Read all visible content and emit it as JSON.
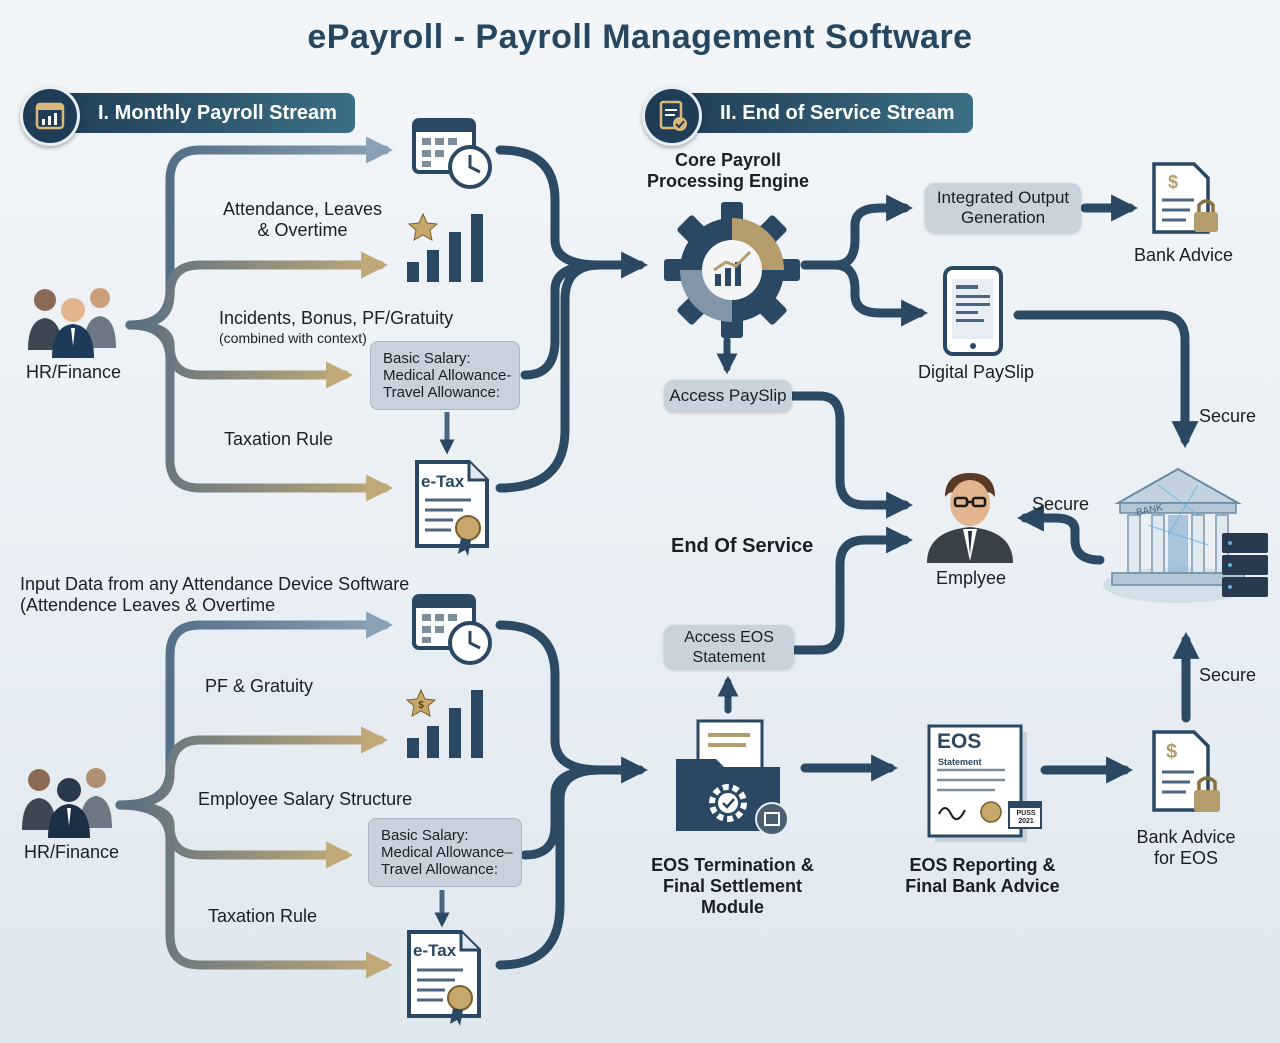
{
  "title": "ePayroll - Payroll Management Software",
  "streams": {
    "monthly": "I. Monthly Payroll Stream",
    "eos": "II. End of Service Stream"
  },
  "monthly": {
    "actor": "HR/Finance",
    "attendance": "Attendance, Leaves\n& Overtime",
    "incidents": "Incidents, Bonus, PF/Gratuity",
    "incidents_note": "(combined with context)",
    "salary_lines": [
      "Basic Salary:",
      "Medical Allowance-",
      "Travel Allowance:"
    ],
    "taxation": "Taxation Rule",
    "etax": "e-Tax"
  },
  "eos_input": {
    "device_input": "Input Data from any Attendance Device Software\n(Attendence Leaves & Overtime",
    "actor": "HR/Finance",
    "pf": "PF & Gratuity",
    "salary_structure": "Employee Salary Structure",
    "salary_lines": [
      "Basic Salary:",
      "Medical Allowance–",
      "Travel Allowance:"
    ],
    "taxation": "Taxation Rule",
    "etax": "e-Tax"
  },
  "engine": {
    "label": "Core Payroll\nProcessing Engine",
    "output": "Integrated Output\nGeneration",
    "bank_advice": "Bank Advice",
    "payslip": "Digital PaySlip",
    "access_payslip": "Access PaySlip"
  },
  "employee": {
    "label": "Emplyee",
    "end_of_service": "End Of Service",
    "access_eos": "Access EOS\nStatement"
  },
  "bank": {
    "sign": "BANK",
    "secure_top": "Secure",
    "secure_mid": "Secure",
    "secure_bottom": "Secure"
  },
  "eos_module": {
    "termination": "EOS Termination &\nFinal Settlement Module",
    "reporting": "EOS Reporting &\nFinal Bank Advice",
    "doc_title": "EOS",
    "doc_sub": "Statement",
    "doc_stamp": "PUSS\n2021",
    "bank_advice_eos": "Bank Advice\nfor EOS"
  },
  "colors": {
    "navy": "#1f3d56",
    "steel": "#4f6d85",
    "gold": "#b49c6c",
    "pill": "#c9d3dc"
  }
}
